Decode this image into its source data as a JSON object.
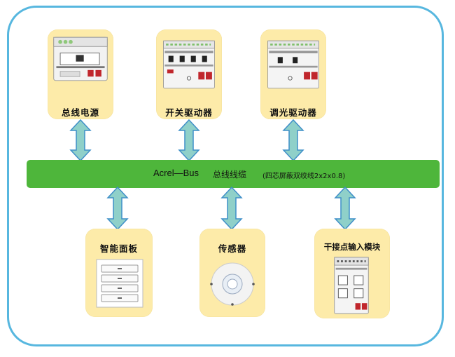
{
  "bus": {
    "title": "Acrel—Bus",
    "subtitle": "总线线缆",
    "note": "(四芯屏蔽双绞线2x2x0.8)",
    "color": "#4eb63b"
  },
  "colors": {
    "frame": "#57b7df",
    "card": "#fdeba9",
    "arrow_fill": "#8fd0c9",
    "arrow_stroke": "#3f8fc8"
  },
  "top_devices": [
    {
      "label": "总线电源",
      "icon": "bus-power-supply-module"
    },
    {
      "label": "开关驱动器",
      "icon": "switch-actuator-module"
    },
    {
      "label": "调光驱动器",
      "icon": "dimmer-actuator-module"
    }
  ],
  "bottom_devices": [
    {
      "label": "智能面板",
      "icon": "smart-panel"
    },
    {
      "label": "传感器",
      "icon": "ceiling-sensor"
    },
    {
      "label": "干接点输入模块",
      "icon": "dry-contact-input-module"
    }
  ]
}
